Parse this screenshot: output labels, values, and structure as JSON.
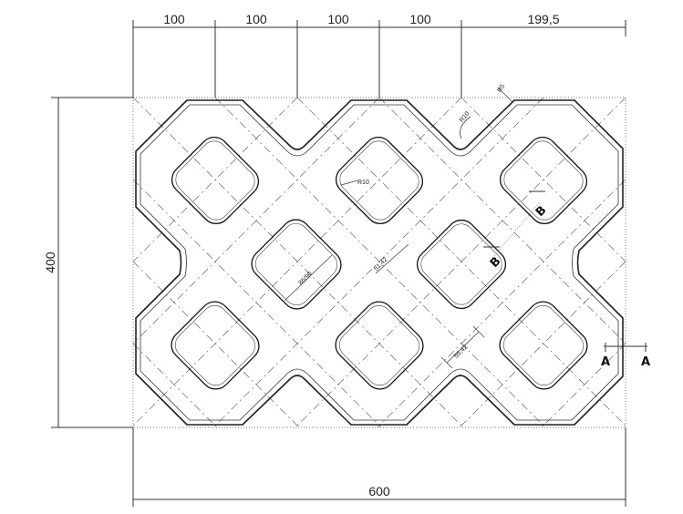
{
  "dimensions": {
    "top": [
      "100",
      "100",
      "100",
      "100",
      "199,5"
    ],
    "height": "400",
    "width": "600",
    "hole_size": "86/90",
    "dim_a": "51,42",
    "dim_b": "55,42",
    "radius_top": "R5",
    "radius_notch": "R10",
    "radius_hole": "R10"
  },
  "sections": {
    "a_left": "A",
    "a_right": "A",
    "b_upper": "B",
    "b_lower": "B"
  }
}
